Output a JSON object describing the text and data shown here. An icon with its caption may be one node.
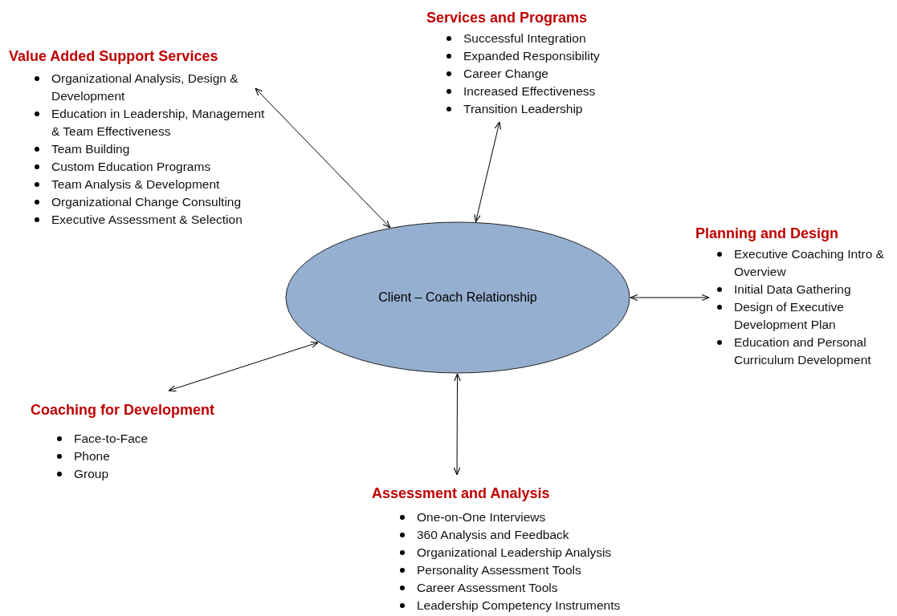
{
  "diagram": {
    "nodes": [
      {
        "text": [
          "Services and Programs",
          "Successful Integration",
          "Expanded Responsibility",
          "Career Change",
          "Increased Effectiveness",
          "Transition Leadership"
        ]
      },
      {
        "text": [
          "Value Added Support Services",
          "Organizational Analysis, Design & Development",
          "Education in Leadership, Management & Team Effectiveness",
          "Team Building",
          "Custom Education Programs",
          "Team Analysis & Development",
          "Organizational Change Consulting",
          "Executive Assessment & Selection"
        ]
      },
      {
        "text": [
          "Planning and Design",
          "Executive Coaching Intro & Overview",
          "Initial Data Gathering",
          "Design of Executive Development  Plan",
          "Education and Personal Curriculum Development"
        ]
      },
      {
        "text": [
          "Client – Coach Relationship"
        ]
      },
      {
        "text": [
          "Coaching for Development",
          "Face-to-Face",
          "Phone",
          "Group"
        ]
      },
      {
        "text": [
          "Assessment and Analysis",
          "One-on-One Interviews",
          "360 Analysis and Feedback",
          "Organizational Leadership Analysis",
          "Personality Assessment Tools",
          "Career Assessment Tools",
          "Leadership Competency Instruments"
        ]
      }
    ],
    "edges": [
      {
        "from": 3,
        "to": 0,
        "arrow": "both"
      },
      {
        "from": 3,
        "to": 1,
        "arrow": "both"
      },
      {
        "from": 3,
        "to": 2,
        "arrow": "both"
      },
      {
        "from": 3,
        "to": 4,
        "arrow": "both"
      },
      {
        "from": 3,
        "to": 5,
        "arrow": "both"
      }
    ]
  }
}
